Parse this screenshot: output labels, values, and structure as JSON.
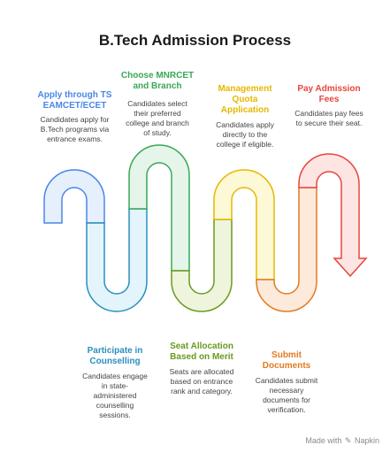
{
  "title": "B.Tech Admission Process",
  "steps": [
    {
      "title": "Apply through TS\nEAMCET/ECET",
      "desc": "Candidates apply for\nB.Tech programs via\nentrance exams.",
      "color": "#4a86e8"
    },
    {
      "title": "Choose MNRCET\nand Branch",
      "desc": "Candidates select\ntheir preferred\ncollege and branch\nof study.",
      "color": "#3aa856"
    },
    {
      "title": "Management\nQuota\nApplication",
      "desc": "Candidates apply\ndirectly to the\ncollege if eligible.",
      "color": "#e6b800"
    },
    {
      "title": "Pay Admission\nFees",
      "desc": "Candidates pay fees\nto secure their seat.",
      "color": "#e8453c"
    },
    {
      "title": "Participate in\nCounselling",
      "desc": "Candidates engage\nin state-\nadministered\ncounselling\nsessions.",
      "color": "#2a8fbd"
    },
    {
      "title": "Seat Allocation\nBased on Merit",
      "desc": "Seats are allocated\nbased on entrance\nrank and category.",
      "color": "#6a9a1f"
    },
    {
      "title": "Submit\nDocuments",
      "desc": "Candidates submit\nnecessary\ndocuments for\nverification.",
      "color": "#e07b20"
    }
  ],
  "footer": {
    "made_with": "Made with",
    "logo_icon": "napkin-logo-icon",
    "brand": "Napkin"
  }
}
